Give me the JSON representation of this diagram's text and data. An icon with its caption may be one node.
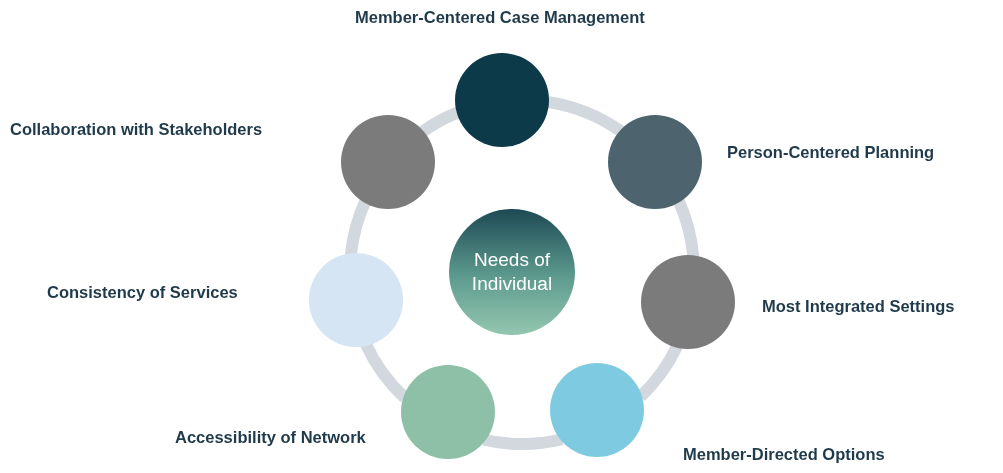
{
  "diagram": {
    "nodes": [
      {
        "text": [
          "Member-Centered Case Management"
        ]
      },
      {
        "text": [
          "Person-Centered Planning"
        ]
      },
      {
        "text": [
          "Most Integrated Settings"
        ]
      },
      {
        "text": [
          "Member-Directed Options"
        ]
      },
      {
        "text": [
          "Accessibility of Network"
        ]
      },
      {
        "text": [
          "Consistency of Services"
        ]
      },
      {
        "text": [
          "Collaboration with Stakeholders"
        ]
      },
      {
        "text": [
          "Needs of Individual"
        ]
      }
    ],
    "edges": [
      {
        "from": 0,
        "to": 1,
        "arrow": "none"
      },
      {
        "from": 1,
        "to": 2,
        "arrow": "none"
      },
      {
        "from": 2,
        "to": 3,
        "arrow": "none"
      },
      {
        "from": 3,
        "to": 4,
        "arrow": "none"
      },
      {
        "from": 4,
        "to": 5,
        "arrow": "none"
      },
      {
        "from": 5,
        "to": 6,
        "arrow": "none"
      },
      {
        "from": 6,
        "to": 0,
        "arrow": "none"
      }
    ]
  }
}
